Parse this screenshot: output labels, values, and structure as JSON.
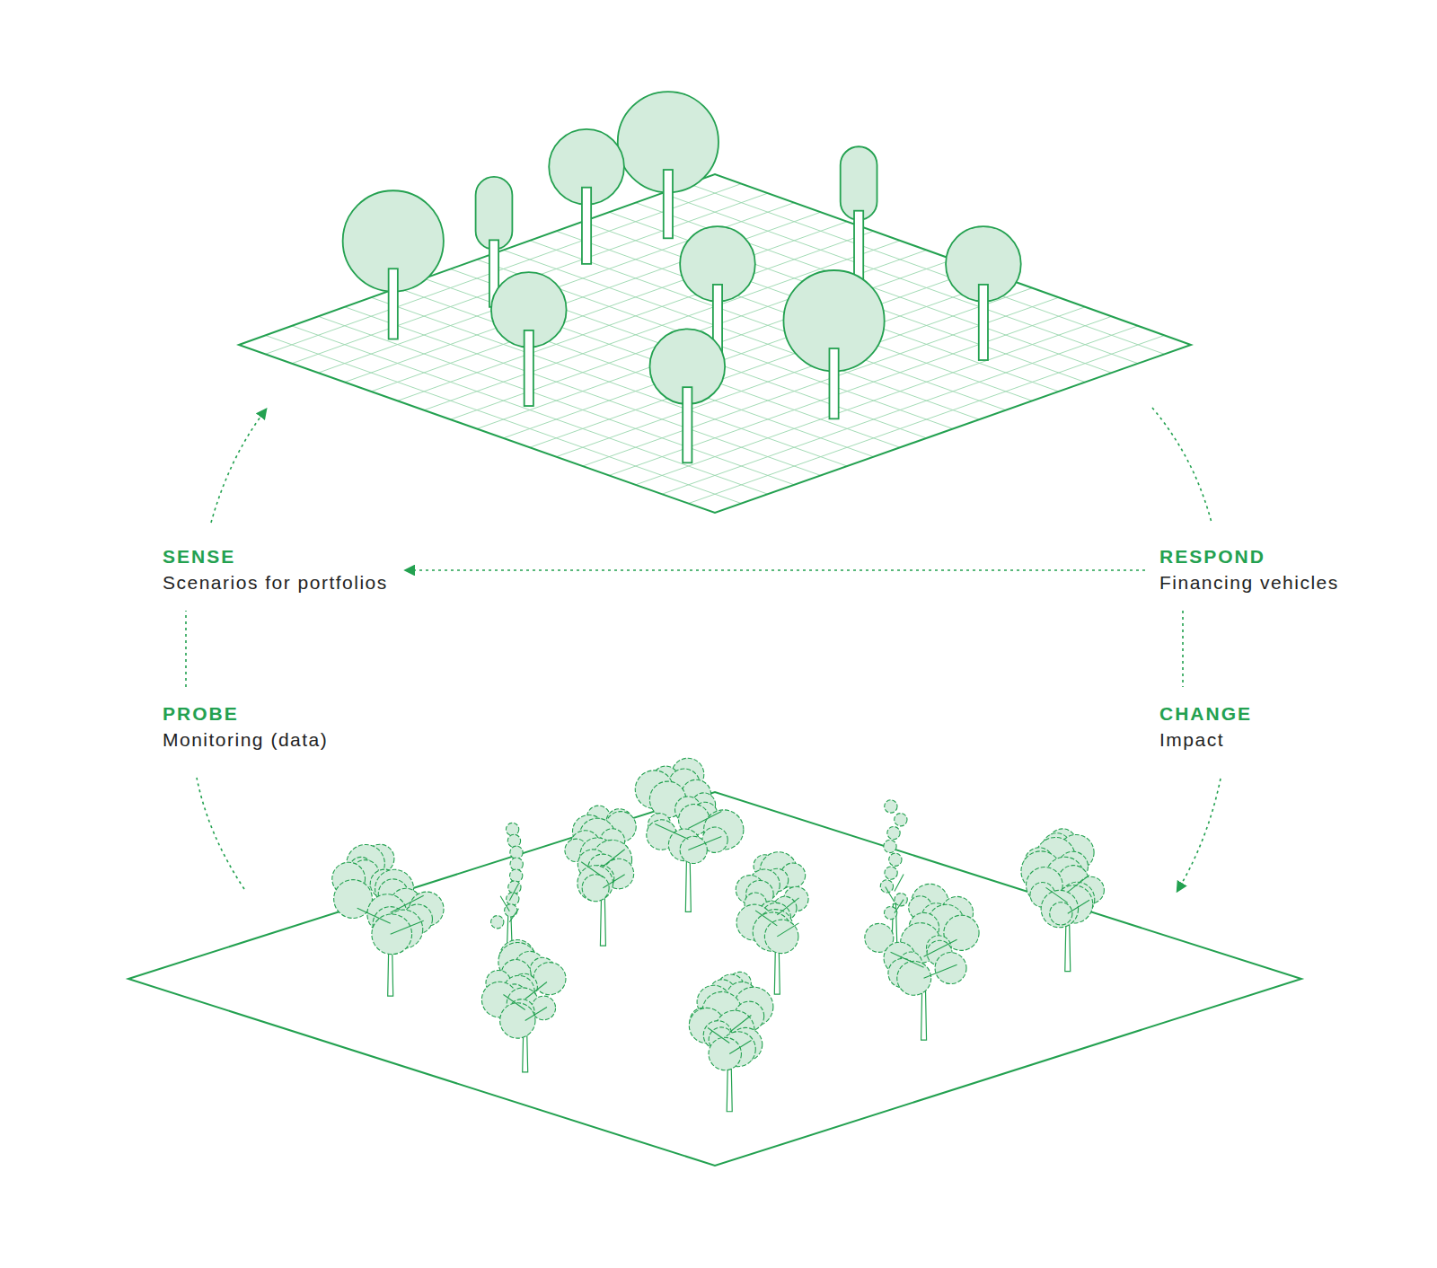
{
  "diagram": {
    "nodes": [
      {
        "text": [
          "SENSE",
          "Scenarios for portfolios"
        ]
      },
      {
        "text": [
          "RESPOND",
          "Financing vehicles"
        ]
      },
      {
        "text": [
          "PROBE",
          "Monitoring (data)"
        ]
      },
      {
        "text": [
          "CHANGE",
          "Impact"
        ]
      }
    ],
    "edges": [
      {
        "from": 1,
        "to": 0,
        "arrow": "to"
      },
      {
        "from": 2,
        "to": 0,
        "arrow": "none"
      },
      {
        "from": 1,
        "to": 3,
        "arrow": "none"
      }
    ]
  }
}
